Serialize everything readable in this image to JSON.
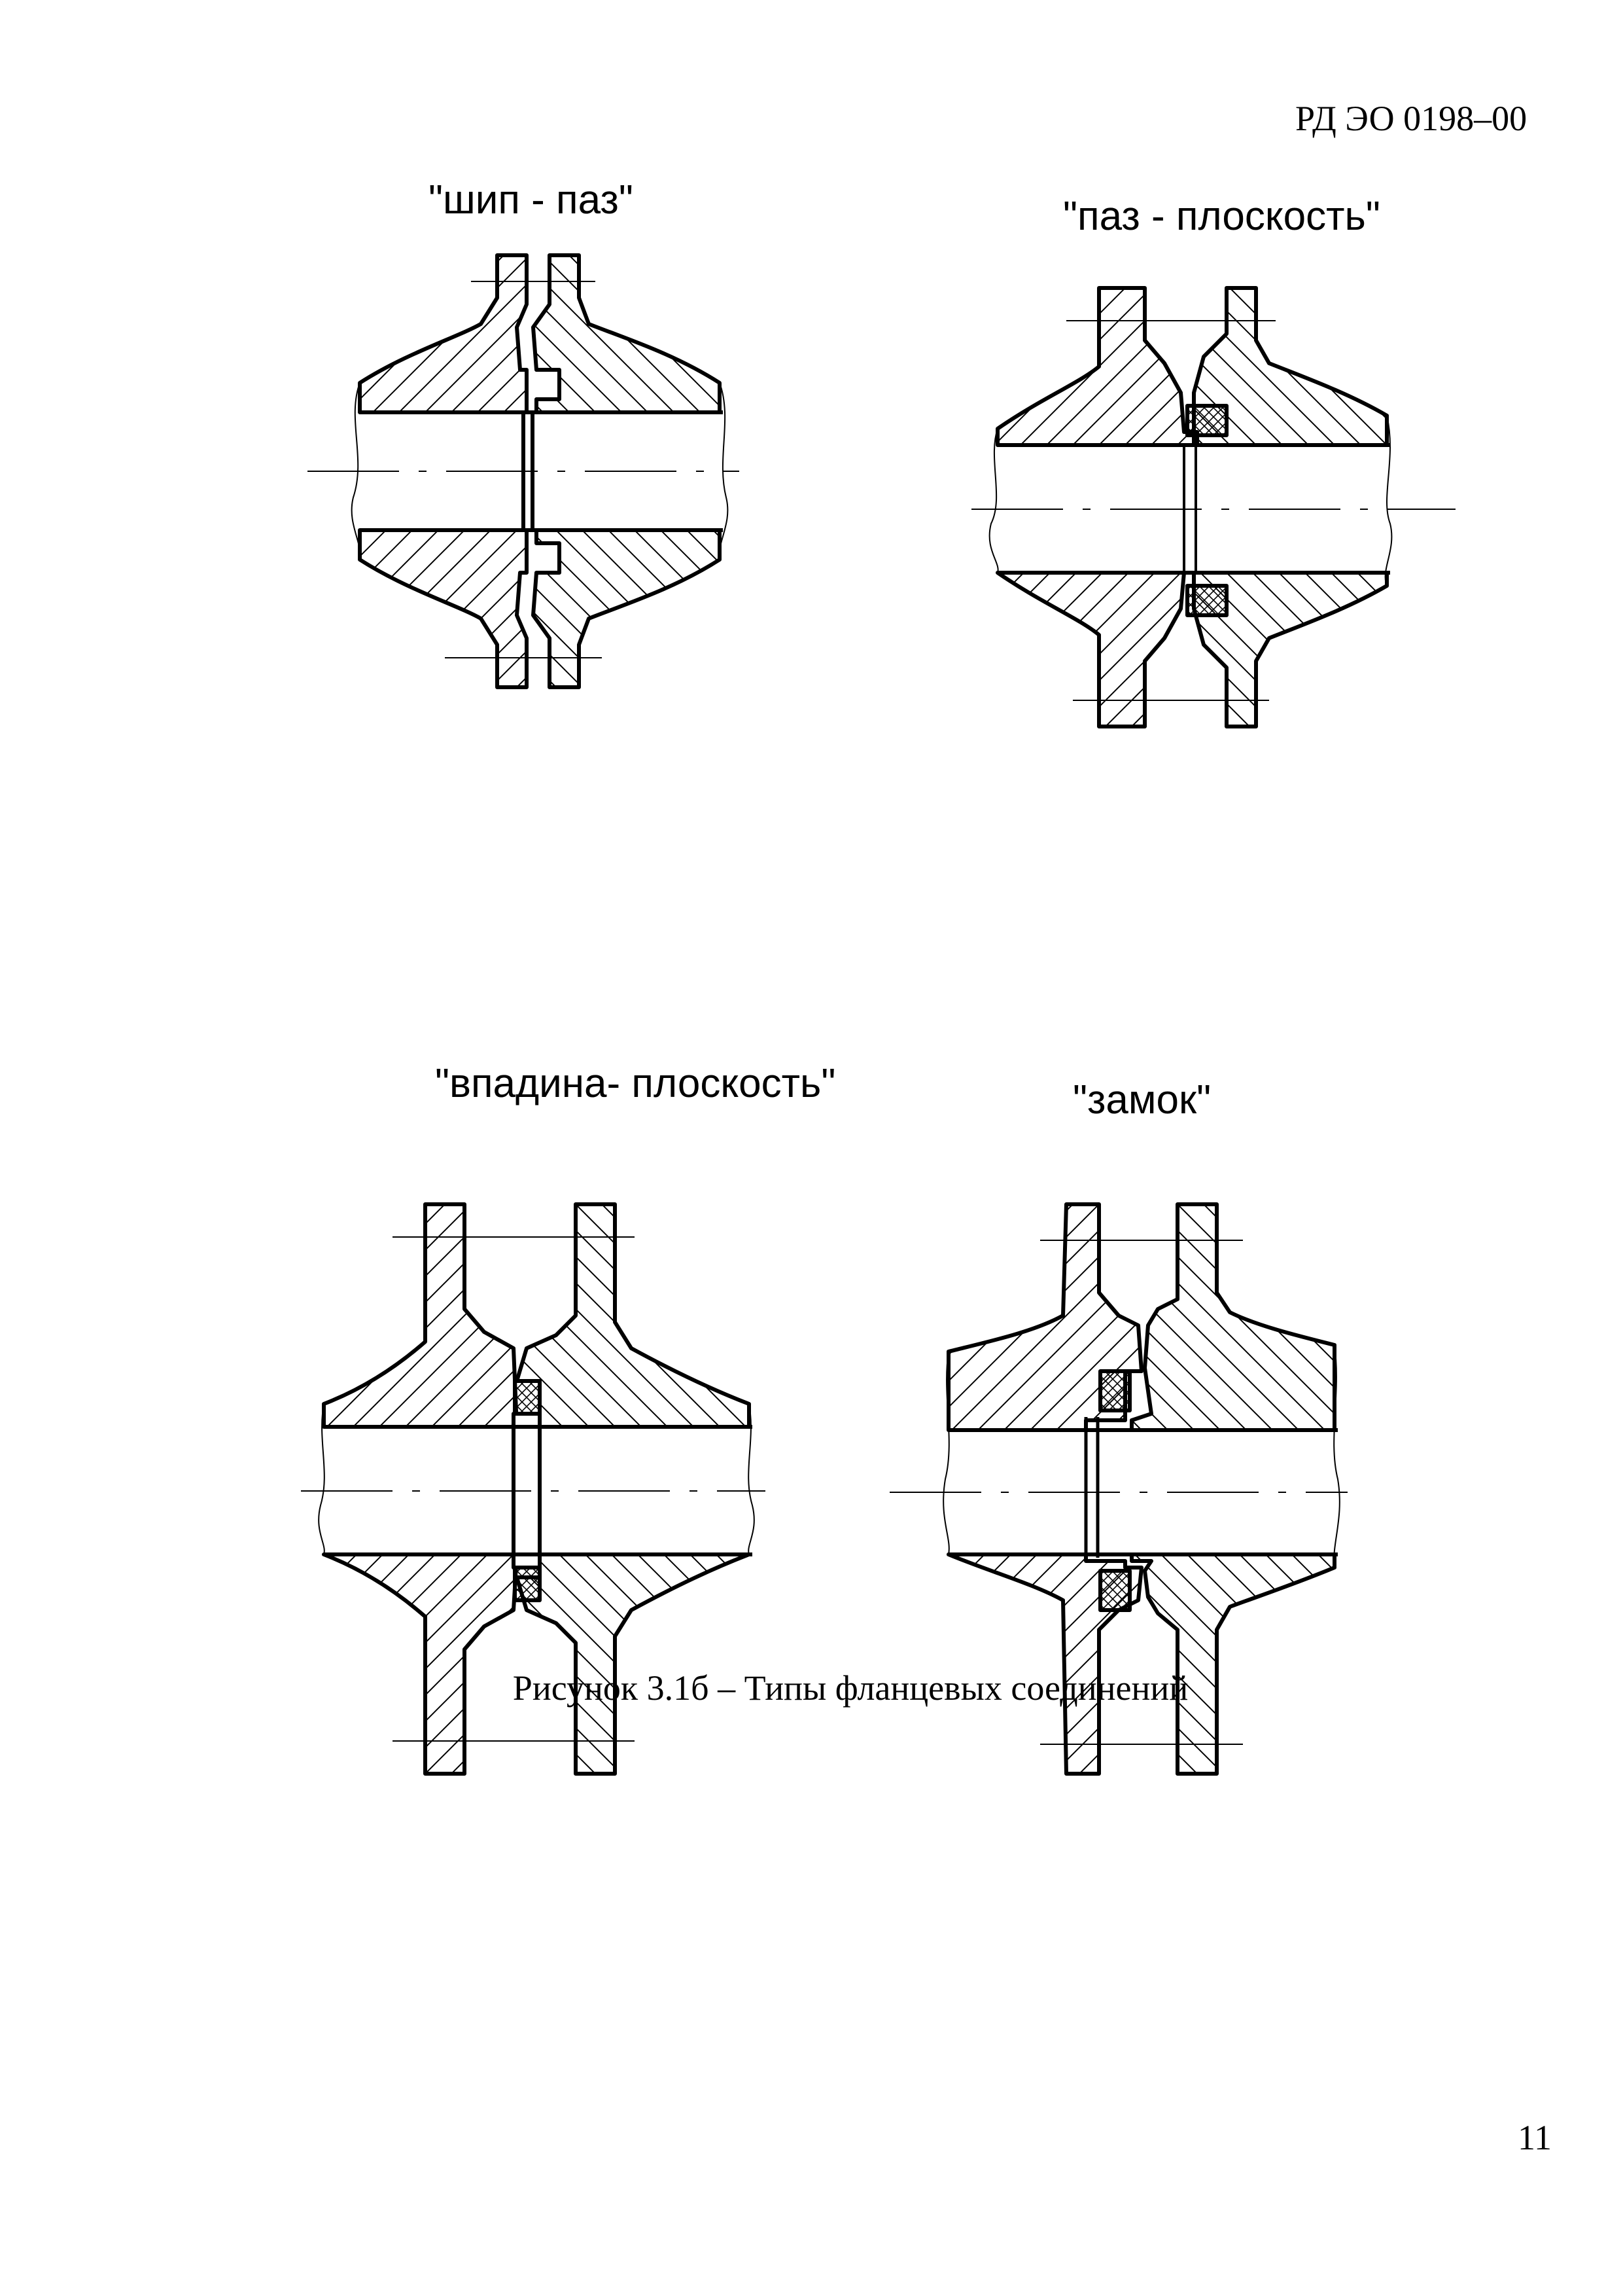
{
  "header": {
    "doc_code": "РД ЭО 0198–00"
  },
  "diagrams": [
    {
      "label": "\"шип - паз\""
    },
    {
      "label": "\"паз - плоскость\""
    },
    {
      "label": "\"впадина- плоскость\""
    },
    {
      "label": "\"замок\""
    }
  ],
  "caption": "Рисунок 3.1б – Типы фланцевых соединений",
  "page_number": "11"
}
